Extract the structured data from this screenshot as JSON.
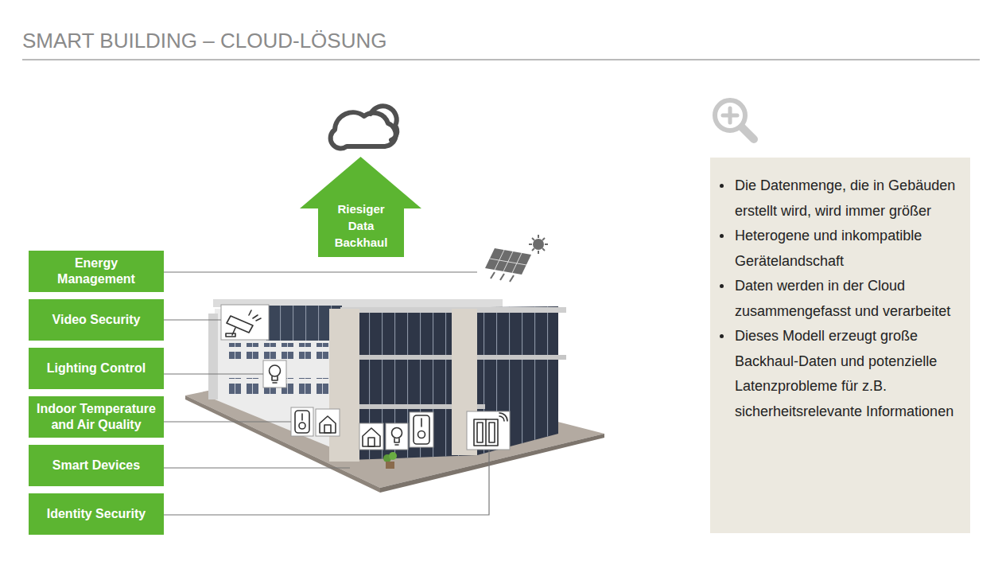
{
  "diagram": {
    "title": "SMART BUILDING – CLOUD-LÖSUNG",
    "nodes": [
      {
        "text": [
          "Riesiger Data Backhaul"
        ]
      },
      {
        "text": [
          "Energy Management"
        ]
      },
      {
        "text": [
          "Video Security"
        ]
      },
      {
        "text": [
          "Lighting Control"
        ]
      },
      {
        "text": [
          "Indoor Temperature and Air Quality"
        ]
      },
      {
        "text": [
          "Smart Devices"
        ]
      },
      {
        "text": [
          "Identity Security"
        ]
      },
      {
        "text": [
          "Die Datenmenge, die in Gebäuden erstellt wird, wird immer größer",
          "Heterogene und inkompatible Gerätelandschaft",
          "Daten werden in der Cloud zusammengefasst und verarbeitet",
          "Dieses Modell erzeugt große Backhaul-Daten und potenzielle Latenzprobleme für z.B. sicherheitsrelevante Informationen"
        ]
      }
    ]
  }
}
